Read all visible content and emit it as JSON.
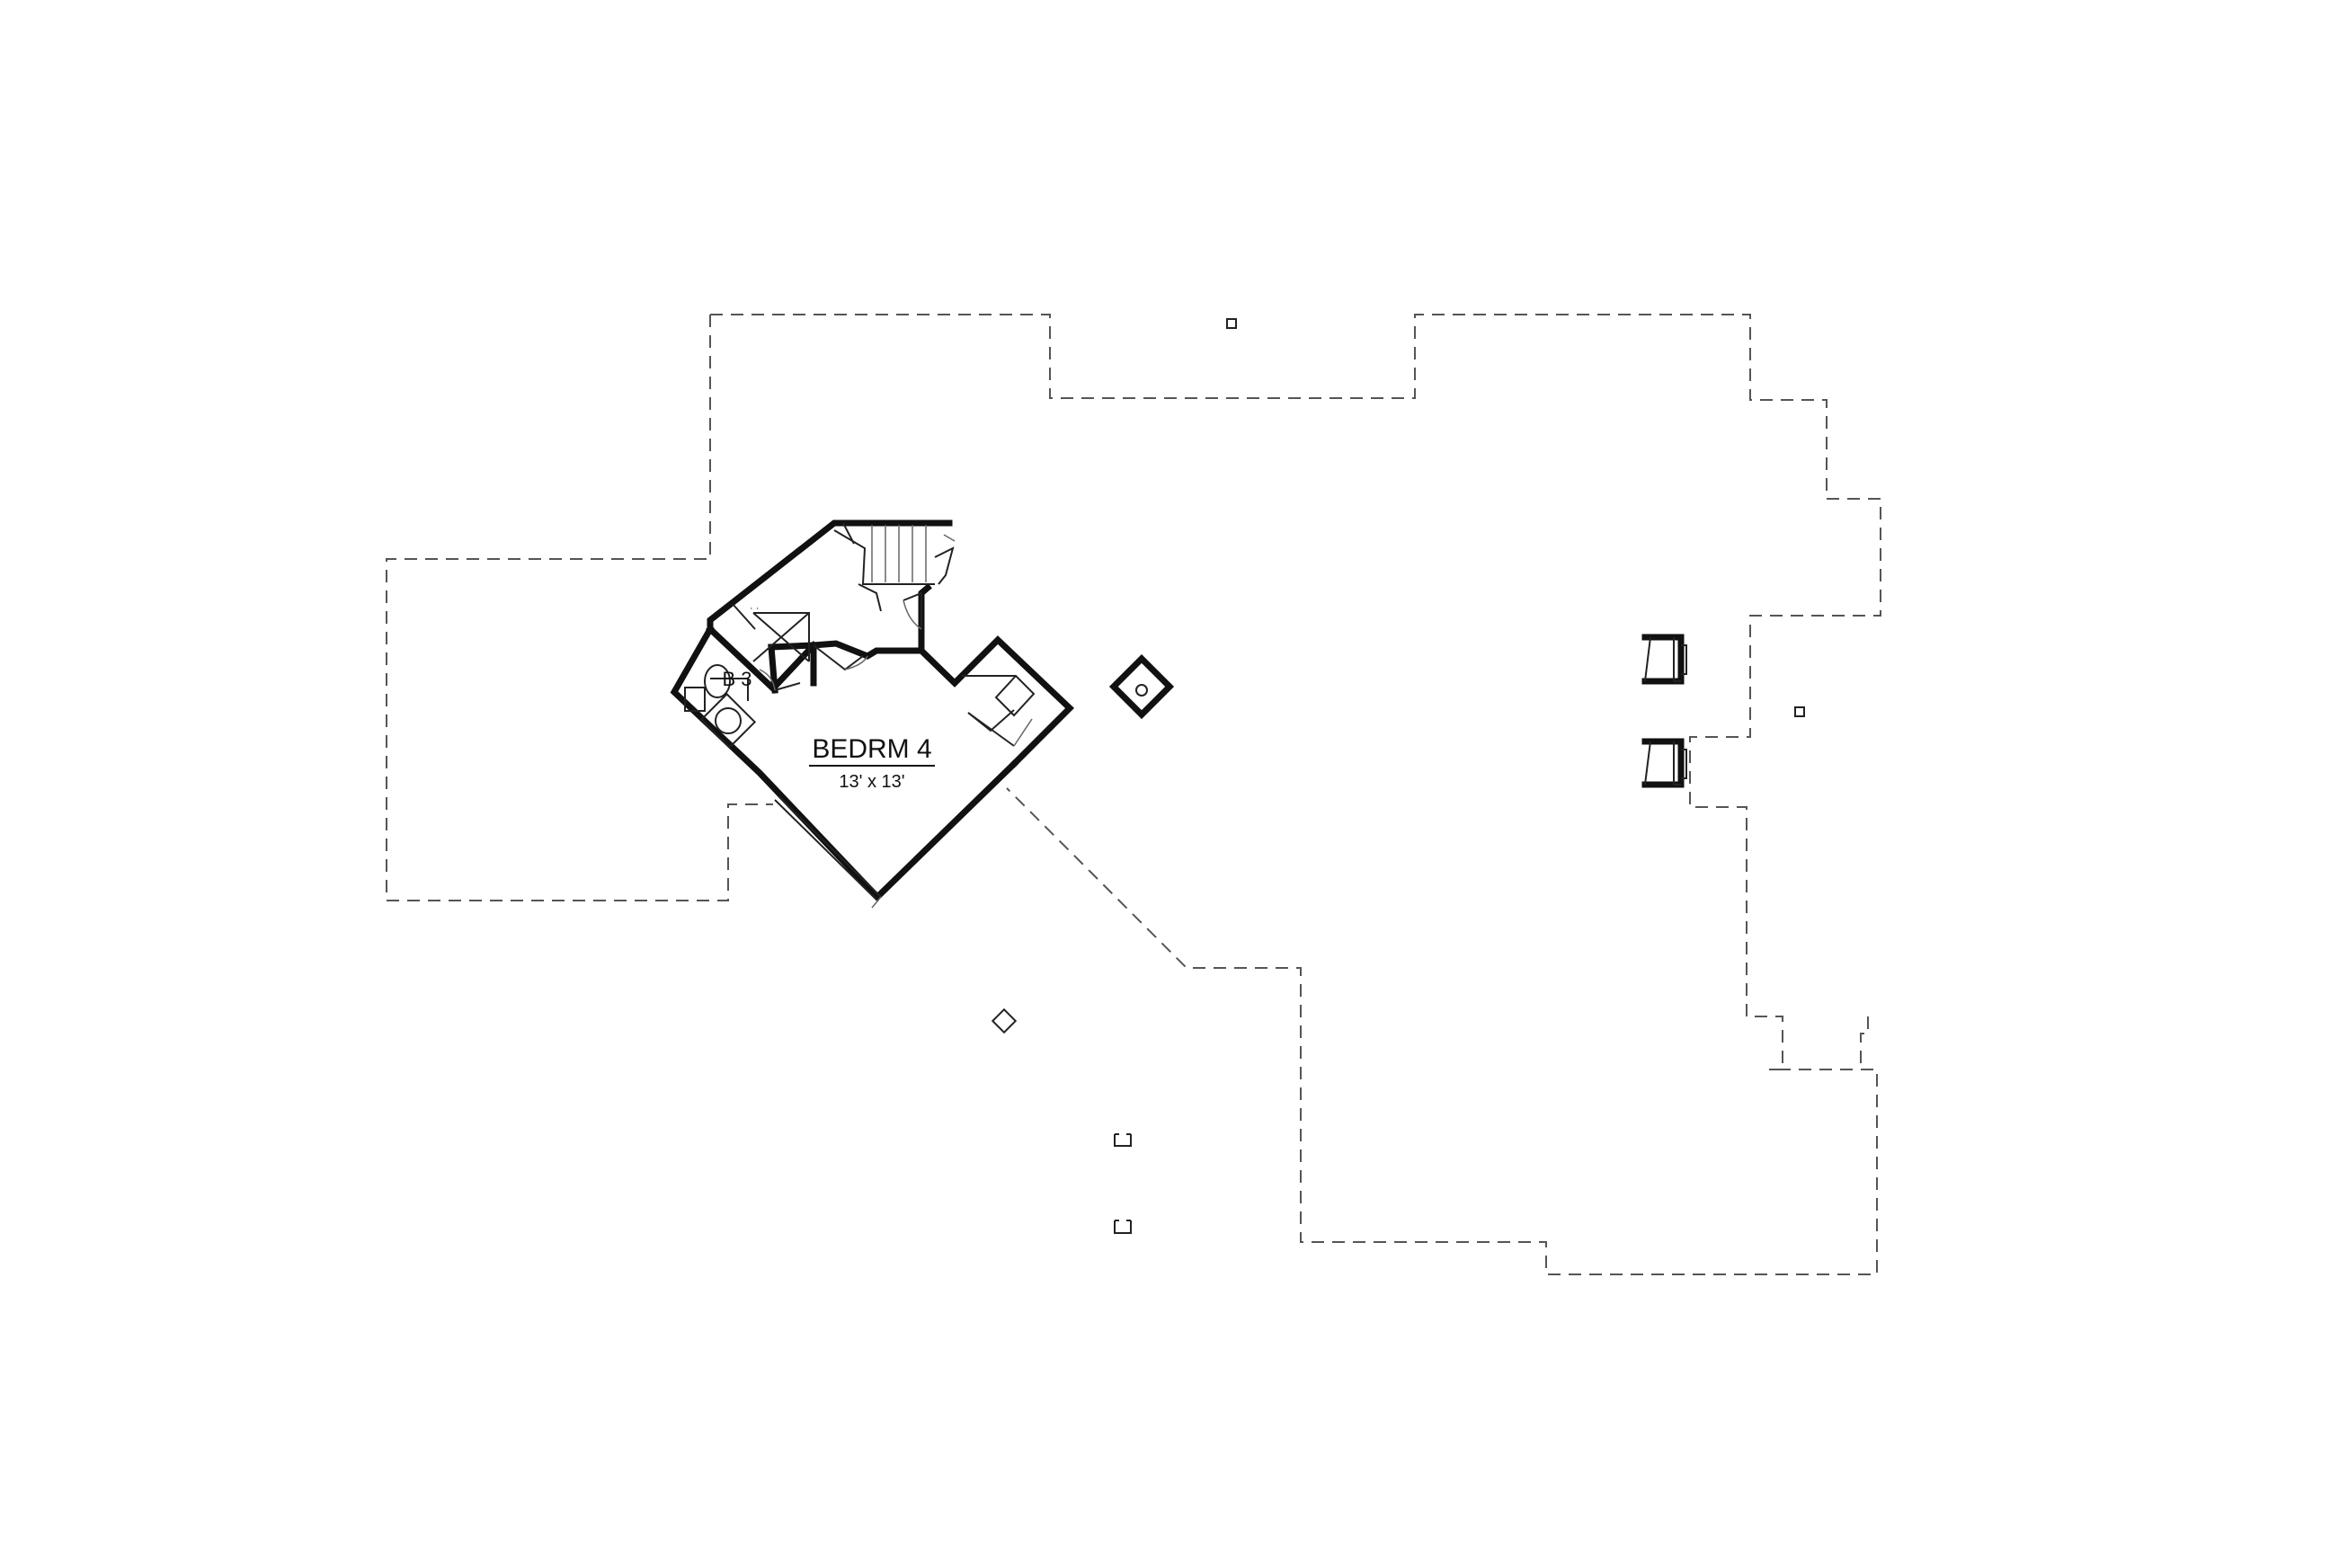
{
  "rooms": [
    {
      "id": "bedroom-4",
      "name": "BEDRM 4",
      "size": "13' x 13'"
    },
    {
      "id": "bath-3",
      "name": "B 3"
    }
  ]
}
